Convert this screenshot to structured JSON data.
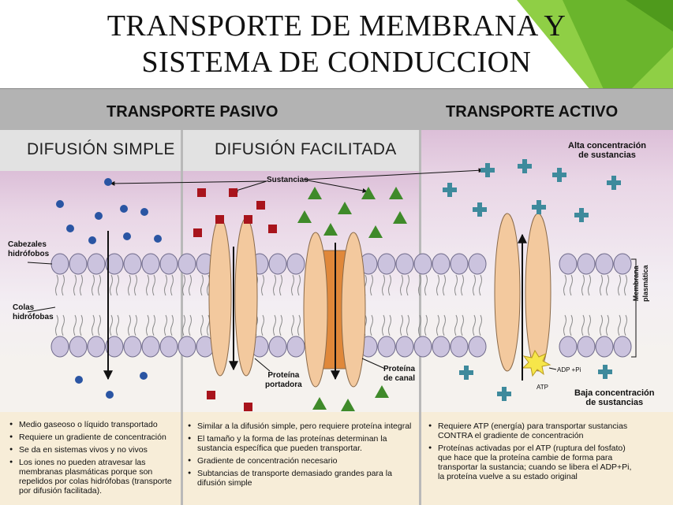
{
  "title": {
    "line1": "TRANSPORTE DE MEMBRANA Y",
    "line2": "SISTEMA DE CONDUCCION"
  },
  "headers": {
    "passive": "TRANSPORTE PASIVO",
    "active": "TRANSPORTE ACTIVO",
    "simple": "DIFUSIÓN SIMPLE",
    "facilitated": "DIFUSIÓN FACILITADA"
  },
  "labels": {
    "substances": "Sustancias",
    "heads_1": "Cabezales",
    "heads_2": "hidrófobos",
    "tails_1": "Colas",
    "tails_2": "hidrófobas",
    "carrier_1": "Proteína",
    "carrier_2": "portadora",
    "channel_1": "Proteína",
    "channel_2": "de canal",
    "high_1": "Alta concentración",
    "high_2": "de sustancias",
    "low_1": "Baja concentración",
    "low_2": "de sustancias",
    "membrane_1": "Membrana",
    "membrane_2": "plasmática",
    "atp": "ATP",
    "adp": "ADP +Pi"
  },
  "notes": {
    "simple": [
      "Medio gaseoso o líquido transportado",
      "Requiere un gradiente de concentración",
      "Se da en sistemas vivos y no vivos",
      "Los iones no pueden atravesar las membranas plasmáticas porque son repelidos por colas hidrófobas (transporte por difusión facilitada)."
    ],
    "facilitated": [
      "Similar a la difusión simple, pero requiere proteína integral",
      "El tamaño y la forma de las proteínas determinan la sustancia específica que pueden transportar.",
      "Gradiente de concentración necesario",
      "Subtancias de transporte demasiado grandes para la difusión simple"
    ],
    "active": [
      "Requiere ATP (energía) para transportar sustancias CONTRA el gradiente de concentración",
      "Proteínas activadas por el ATP (ruptura del fosfato) que hace que la proteína cambie de forma para transportar la sustancia; cuando se libera el ADP+Pi, la proteína vuelve a su estado original"
    ]
  },
  "colors": {
    "header_band": "#b3b3b3",
    "subheader_band": "#e2e2e2",
    "pink_top": "#dcbfd8",
    "lipid_head": "#cbc3de",
    "protein": "#f3c99e",
    "channel_core": "#e0883a",
    "blue_dot": "#2a55a3",
    "red_square": "#a8141c",
    "green_triangle": "#3f8a2a",
    "teal_cross": "#3e8a9c",
    "green_deco": "#7cc23a"
  }
}
